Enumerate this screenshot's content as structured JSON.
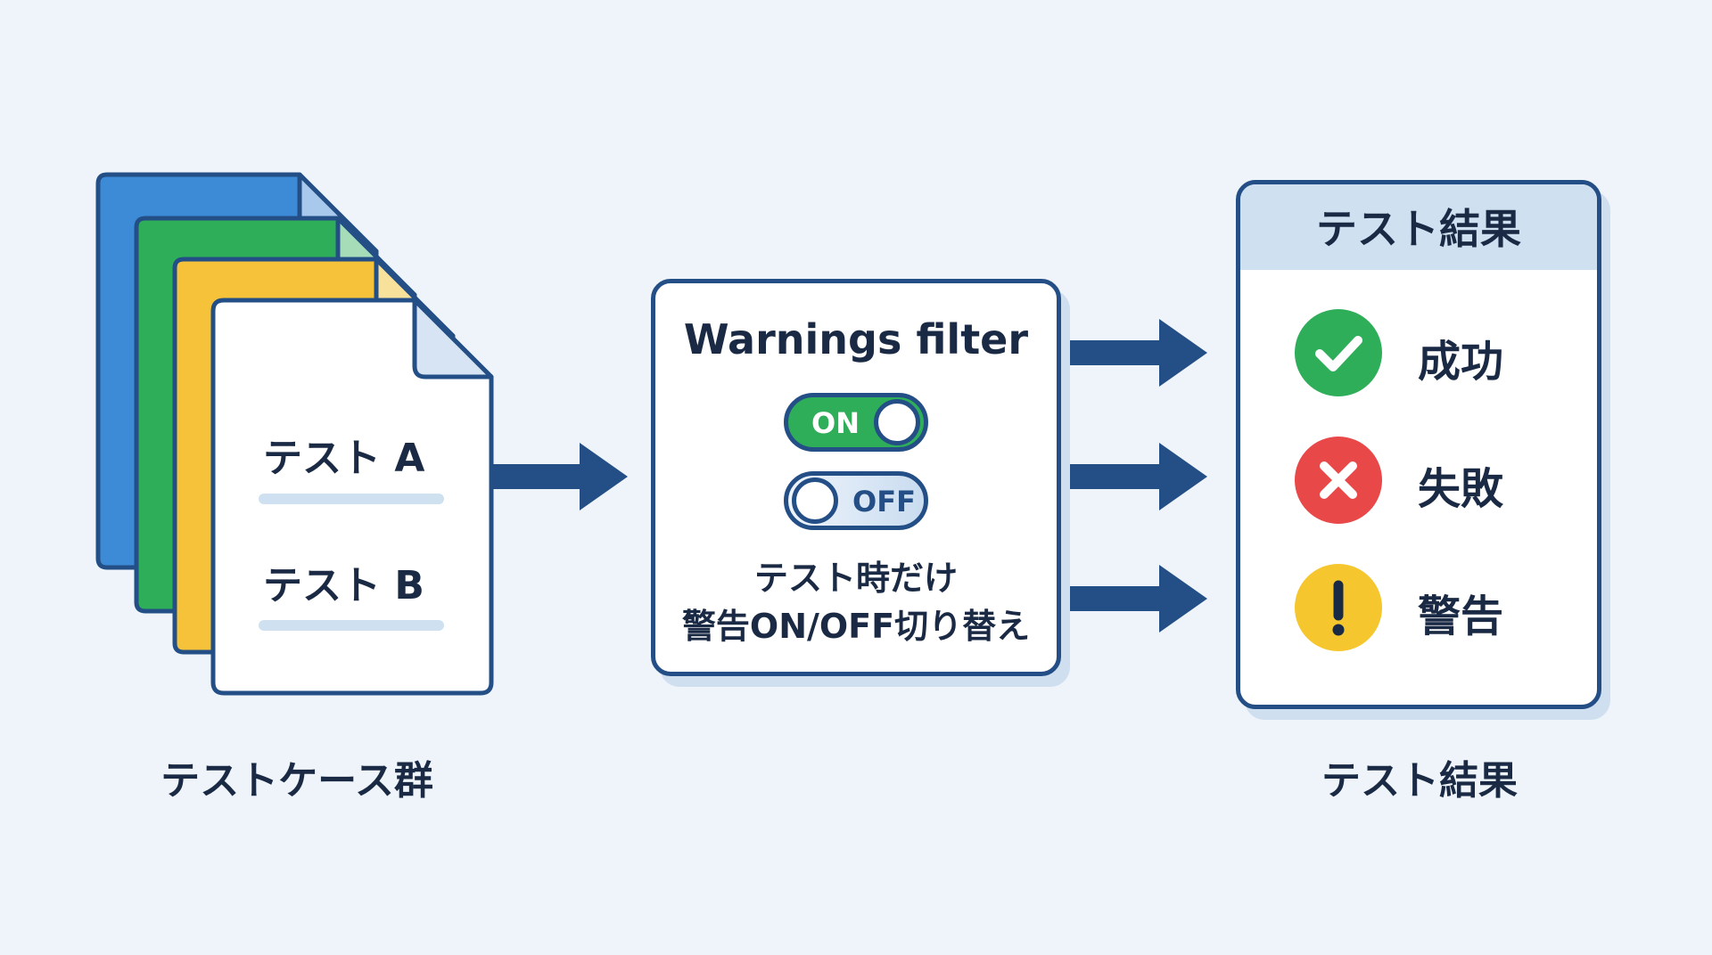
{
  "test_cases": {
    "items": [
      "テスト A",
      "テスト B"
    ],
    "label": "テストケース群",
    "doc_colors": [
      "#3d8bd6",
      "#2fae5a",
      "#f5c23a",
      "#ffffff"
    ]
  },
  "filter": {
    "title": "Warnings filter",
    "toggle_on_label": "ON",
    "toggle_off_label": "OFF",
    "description_line1": "テスト時だけ",
    "description_line2": "警告ON/OFF切り替え",
    "on_color": "#2fae5a"
  },
  "results": {
    "header": "テスト結果",
    "items": [
      {
        "label": "成功",
        "icon": "check-icon",
        "color": "#2fae5a"
      },
      {
        "label": "失敗",
        "icon": "cross-icon",
        "color": "#e84848"
      },
      {
        "label": "警告",
        "icon": "exclamation-icon",
        "color": "#f5c62e"
      }
    ],
    "label": "テスト結果"
  }
}
